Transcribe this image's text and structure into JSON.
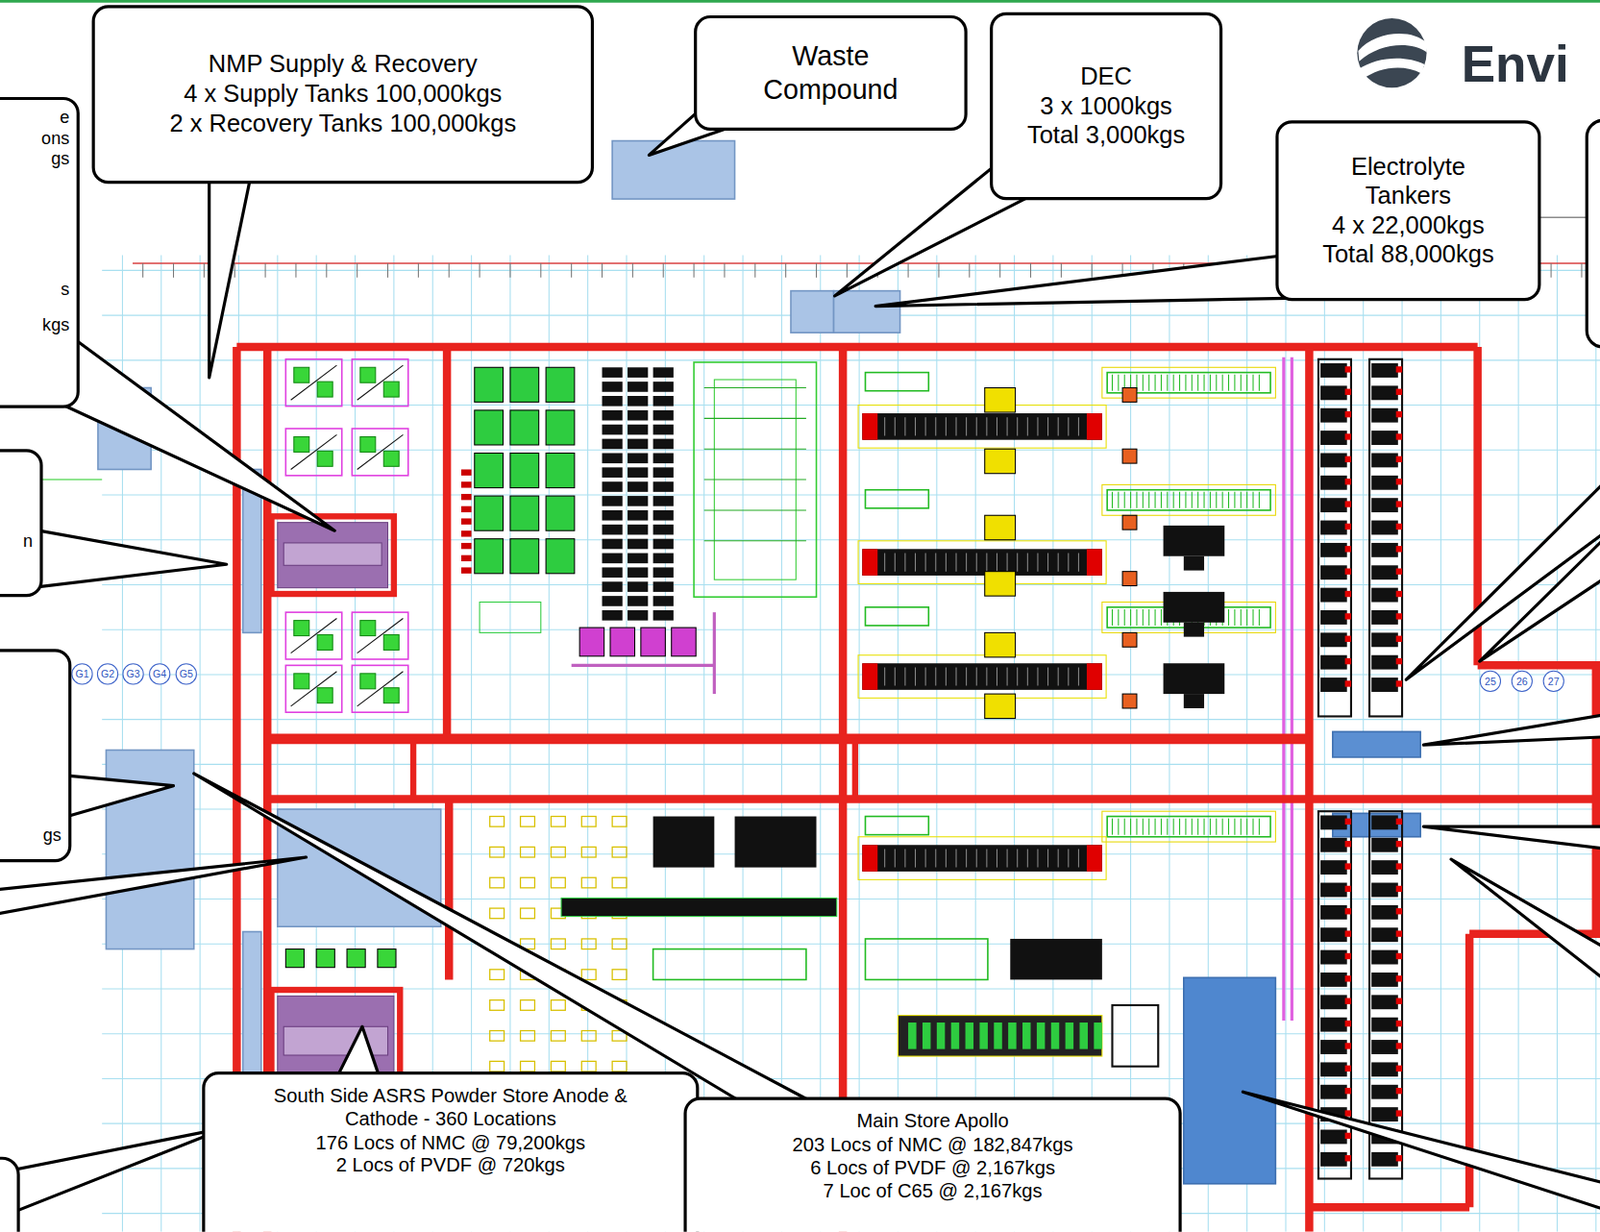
{
  "diagram": {
    "nodes": [
      {
        "text": [
          "e",
          "ons",
          "gs",
          "s",
          "kgs"
        ]
      },
      {
        "text": [
          "NMP Supply & Recovery",
          "4 x Supply Tanks 100,000kgs",
          "2 x Recovery Tanks 100,000kgs"
        ]
      },
      {
        "text": [
          "Waste Compound"
        ]
      },
      {
        "text": [
          "DEC",
          "3 x 1000kgs",
          "Total 3,000kgs"
        ]
      },
      {
        "text": [
          "Electrolyte Tankers",
          "4 x 22,000kgs",
          "Total 88,000kgs"
        ]
      },
      {
        "text": [
          "n"
        ]
      },
      {
        "text": [
          "G1"
        ]
      },
      {
        "text": [
          "G2"
        ]
      },
      {
        "text": [
          "G3"
        ]
      },
      {
        "text": [
          "G4"
        ]
      },
      {
        "text": [
          "G5"
        ]
      },
      {
        "text": [
          "25"
        ]
      },
      {
        "text": [
          "26"
        ]
      },
      {
        "text": [
          "27"
        ]
      },
      {
        "text": [
          "gs"
        ]
      },
      {
        "text": [
          "South Side ASRS Powder Store Anode & Cathode - 360 Locations",
          "176 Locs of NMC @ 79,200kgs",
          "2 Locs of PVDF @ 720kgs"
        ]
      },
      {
        "text": [
          "Main Store Apollo",
          "203 Locs of NMC @ 182,847kgs",
          "6 Locs of PVDF @ 2,167kgs",
          "7 Loc of C65 @ 2,167kgs"
        ]
      }
    ],
    "labels": [
      "Envi"
    ]
  }
}
